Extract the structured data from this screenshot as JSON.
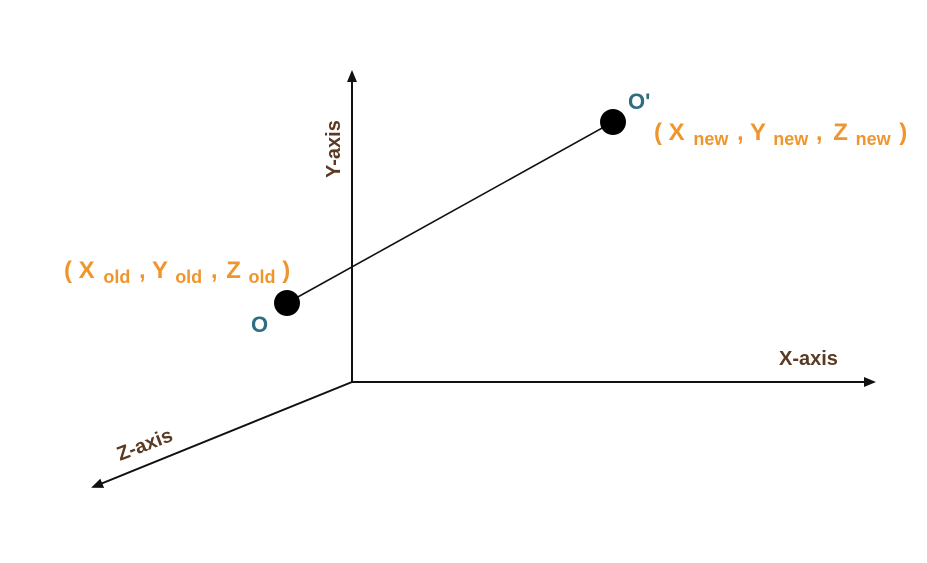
{
  "axes": {
    "x_label": "X-axis",
    "y_label": "Y-axis",
    "z_label": "Z-axis"
  },
  "points": {
    "old": {
      "name": "O",
      "open_paren": "(",
      "x_var": "X",
      "x_sub": "old",
      "y_var": "Y",
      "y_sub": "old",
      "z_var": "Z",
      "z_sub": "old",
      "close_paren": ")"
    },
    "new": {
      "name": "O'",
      "open_paren": "(",
      "x_var": "X",
      "x_sub": "new",
      "y_var": "Y",
      "y_sub": "new",
      "z_var": "Z",
      "z_sub": "new",
      "close_paren": ")"
    }
  },
  "colors": {
    "axis": "#111111",
    "axis_label": "#5a3a22",
    "point_name": "#2e6e80",
    "coordinates": "#f0952c",
    "point_dot": "#000000"
  }
}
